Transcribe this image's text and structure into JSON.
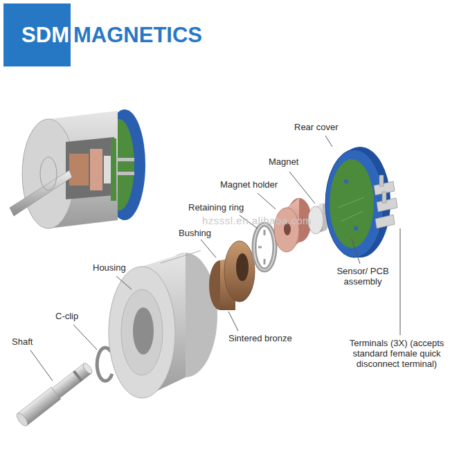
{
  "diagram": {
    "nodes": [
      {
        "text": [
          "SDM",
          "MAGNETICS"
        ]
      }
    ],
    "labels": [
      "Rear cover",
      "Magnet",
      "Magnet holder",
      "Retaining ring",
      "Bushing",
      "Housing",
      "C-clip",
      "Shaft",
      "Sintered bronze",
      "Sensor/ PCB assembly",
      "Terminals (3X) (accepts standard female quick disconnect terminal)",
      "hzsssl.en.alibaba.com"
    ]
  }
}
